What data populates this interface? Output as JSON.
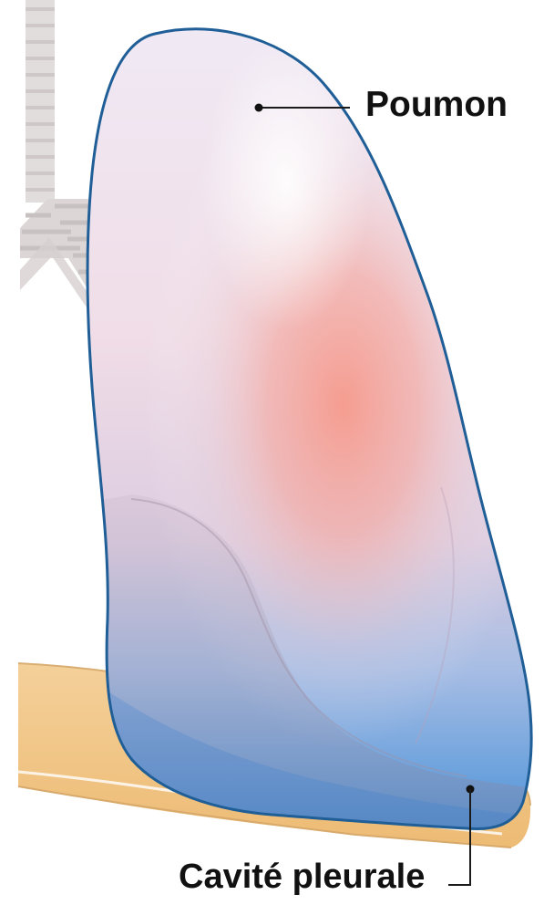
{
  "labels": {
    "lung": "Poumon",
    "pleural_cavity": "Cavité pleurale"
  },
  "colors": {
    "lung_top": "#f0e9f4",
    "lung_center": "#f69a8c",
    "lung_bottom": "#4e94d9",
    "lung_outline": "#1f5e96",
    "pleura_fill": "#f2c98f",
    "trachea": "#d8d3d3",
    "leader_line": "#1b1b1b",
    "text": "#111111"
  },
  "icons": {
    "trachea": "trachea-illustration",
    "lung": "lung-illustration",
    "pleura": "pleural-layer-illustration"
  }
}
